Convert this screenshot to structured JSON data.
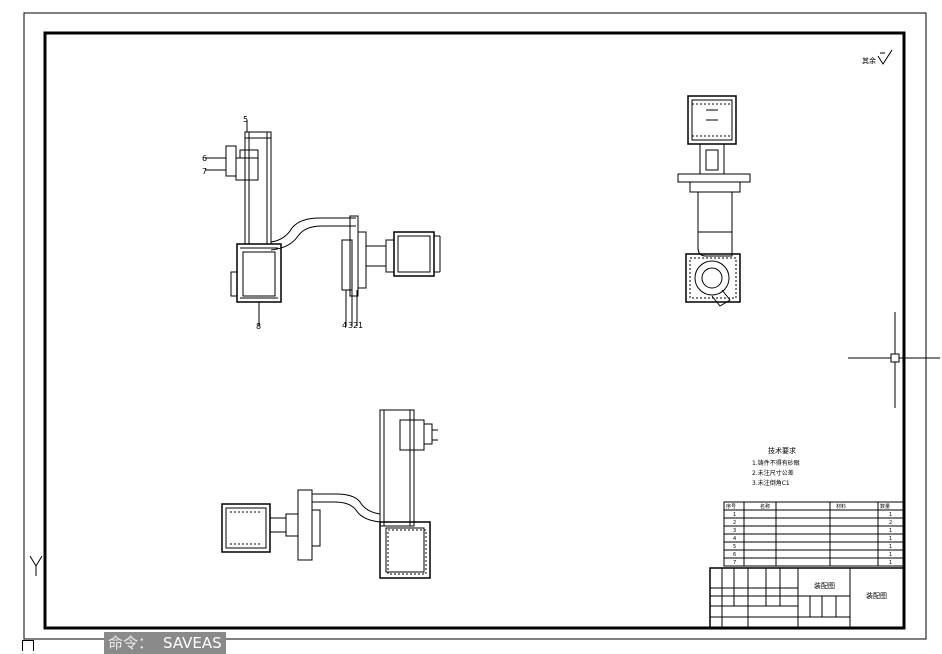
{
  "command_line": {
    "prompt": "命令：",
    "value": "SAVEAS"
  },
  "drawing": {
    "surface_mark": "其余",
    "part_labels": {
      "p5": "5",
      "p6": "6",
      "p7": "7",
      "p8": "8",
      "p1": "1",
      "p2": "2",
      "p3": "3",
      "p4": "4"
    },
    "tech_requirements": {
      "title": "技术要求",
      "items": [
        "1.铸件不得有砂眼",
        "2.未注尺寸公差",
        "3.未注倒角C1"
      ]
    },
    "bom": {
      "headers": [
        "序号",
        "名称",
        "数量",
        "材料"
      ],
      "rows": [
        {
          "no": "1",
          "qty": "1"
        },
        {
          "no": "2",
          "qty": "2"
        },
        {
          "no": "3",
          "qty": "1"
        },
        {
          "no": "4",
          "qty": "1"
        },
        {
          "no": "5",
          "qty": "1"
        },
        {
          "no": "6",
          "qty": "1"
        },
        {
          "no": "7",
          "qty": "1"
        }
      ]
    },
    "title_block": {
      "title": "装配图",
      "drawing_name": "装配图"
    }
  },
  "axis_label": "Y"
}
